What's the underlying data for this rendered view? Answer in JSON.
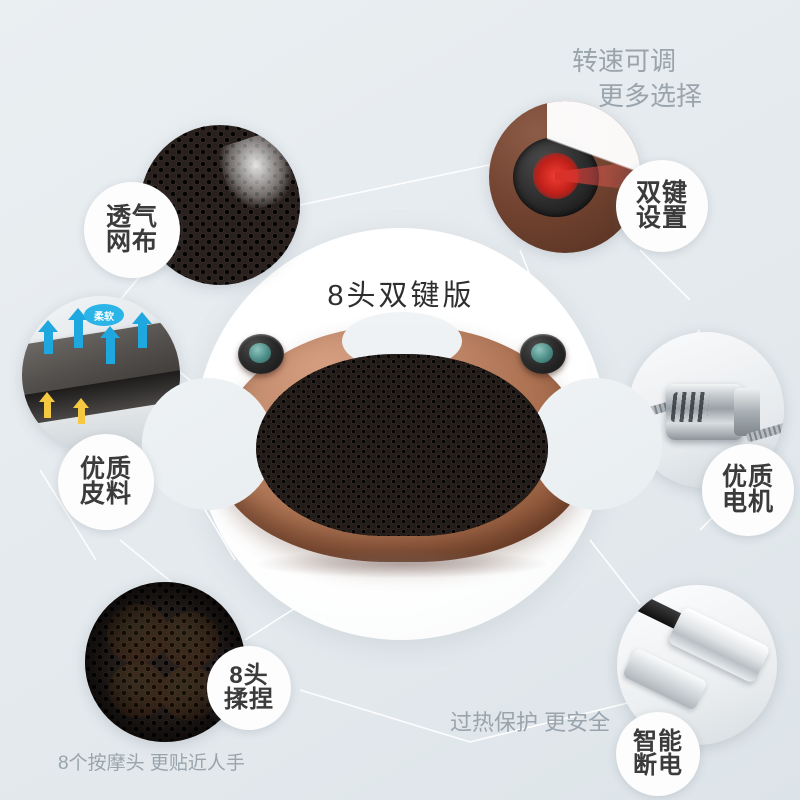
{
  "page": {
    "background_color": "#e8edf1",
    "product_body_color": "#b07a5e",
    "accent_orange": "#ff9b18",
    "accent_red": "#d72d26",
    "accent_cyan": "#2ab4e8",
    "label_text_color": "#3b3b3b",
    "caption_text_color": "#9aa4ac"
  },
  "center": {
    "title": "8头双键版"
  },
  "features": [
    {
      "id": "mesh",
      "photo_name": "breathable-mesh-photo",
      "badge_lines": [
        "透气",
        "网布"
      ]
    },
    {
      "id": "dual-button",
      "photo_name": "dual-button-knob-photo",
      "badge_lines": [
        "双键",
        "设置"
      ],
      "caption_lines": [
        "转速可调",
        "更多选择"
      ]
    },
    {
      "id": "leather",
      "photo_name": "quality-leather-photo",
      "badge_lines": [
        "优质",
        "皮料"
      ],
      "tag": "柔软"
    },
    {
      "id": "motor",
      "photo_name": "quality-motor-photo",
      "badge_lines": [
        "优质",
        "电机"
      ]
    },
    {
      "id": "heads",
      "photo_name": "eight-massage-heads-photo",
      "badge_lines": [
        "8头",
        "揉捏"
      ],
      "caption": "8个按摩头 更贴近人手"
    },
    {
      "id": "plug",
      "photo_name": "smart-power-plug-photo",
      "badge_lines": [
        "智能",
        "断电"
      ],
      "caption": "过热保护 更安全"
    }
  ],
  "captions": {
    "speed_line1": "转速可调",
    "speed_line2": "更多选择",
    "heads_note": "8个按摩头 更贴近人手",
    "overheat_note": "过热保护 更安全"
  },
  "badges": {
    "mesh_1": "透气",
    "mesh_2": "网布",
    "button_1": "双键",
    "button_2": "设置",
    "leather_1": "优质",
    "leather_2": "皮料",
    "motor_1": "优质",
    "motor_2": "电机",
    "heads_1": "8头",
    "heads_2": "揉捏",
    "plug_1": "智能",
    "plug_2": "断电"
  },
  "tags": {
    "soft": "柔软"
  }
}
